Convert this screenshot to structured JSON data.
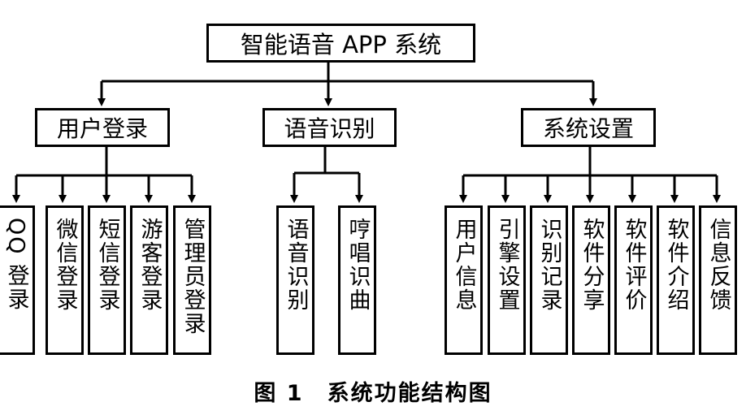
{
  "diagram": {
    "root": "智能语音 APP 系统",
    "branches": [
      {
        "label": "用户登录",
        "children": [
          "QQ 登录",
          "微信登录",
          "短信登录",
          "游客登录",
          "管理员登录"
        ]
      },
      {
        "label": "语音识别",
        "children": [
          "语音识别",
          "哼唱识曲"
        ]
      },
      {
        "label": "系统设置",
        "children": [
          "用户信息",
          "引擎设置",
          "识别记录",
          "软件分享",
          "软件评价",
          "软件介绍",
          "信息反馈"
        ]
      }
    ],
    "caption": "图 1　系统功能结构图"
  }
}
